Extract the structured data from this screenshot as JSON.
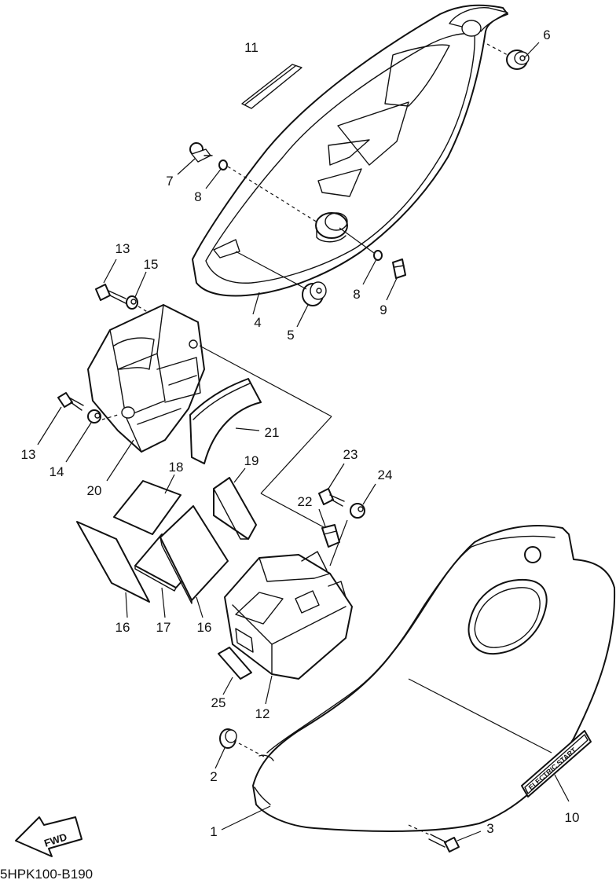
{
  "callouts": {
    "c1": "1",
    "c2": "2",
    "c3": "3",
    "c4": "4",
    "c5": "5",
    "c6": "6",
    "c7": "7",
    "c8a": "8",
    "c8b": "8",
    "c9": "9",
    "c10": "10",
    "c11": "11",
    "c12": "12",
    "c13a": "13",
    "c13b": "13",
    "c14": "14",
    "c15": "15",
    "c16a": "16",
    "c16b": "16",
    "c17": "17",
    "c18": "18",
    "c19": "19",
    "c20": "20",
    "c21": "21",
    "c22": "22",
    "c23": "23",
    "c24": "24",
    "c25": "25"
  },
  "diagram_code": "5HPK100-B190",
  "fwd_label": "FWD",
  "emblem_label": "ELECTRIC START",
  "colors": {
    "line": "#111111",
    "background": "#ffffff"
  }
}
